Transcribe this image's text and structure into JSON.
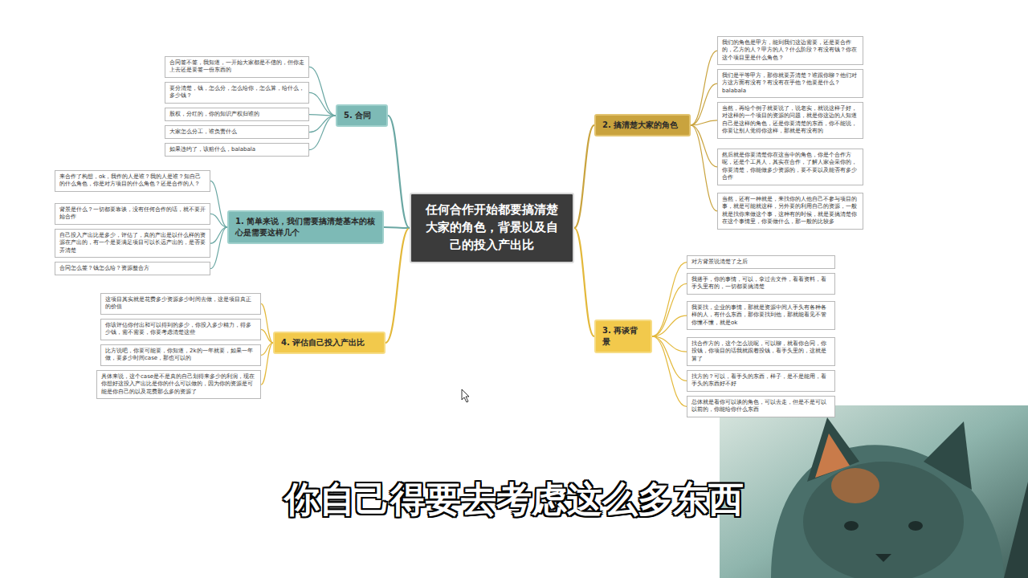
{
  "diagram": {
    "caption": "你自己得要去考虑这么多东西",
    "nodes": [
      {
        "text": [
          "任何合作开始都要搞清楚大家的角色，背景以及自己的投入产出比"
        ]
      },
      {
        "text": [
          "1. 简单来说，我们需要搞清楚基本的核心是需要这样几个"
        ]
      },
      {
        "text": [
          "来合作了构想，ok，我作的人是谁？我的人是谁？知自己的什么角色，你是对方项目的什么角色？还是合作的人？"
        ]
      },
      {
        "text": [
          "背景是什么？一切都要靠谈，没有任何合作的话，就不要开始合作"
        ]
      },
      {
        "text": [
          "自己投入产出比是多少，评估了，真的产出是以什么样的资源在产出的，有一个是要满足项目可以长远产出的，是否要弄清楚"
        ]
      },
      {
        "text": [
          "合同怎么签？钱怎么给？资源整合方"
        ]
      },
      {
        "text": [
          "2. 搞清楚大家的角色"
        ]
      },
      {
        "text": [
          "我们的角色是甲方，能到我们这边需要，还是要合作的，乙方的人？甲方的人？什么阶段？有没有钱？你在这个项目里是什么角色？"
        ]
      },
      {
        "text": [
          "我们是平等甲方，那你就要弄清楚？谁跟你聊？他们对方这方面有没有？有没有在乎他？他要是什么？balabala"
        ]
      },
      {
        "text": [
          "当然，再给个例子就要说了，说老实，就说这样子好，对这样的一个项目的资源的问题，就是你这边的人知道自己是这样的角色，还是你要清楚的东西，你不能说，你要让别人觉得你这样，那就是有没有的"
        ]
      },
      {
        "text": [
          "然后就是你要清楚你在这当中的角色，你是个合作方呢，还是个工具人，其实在合作，了解人家会采你的，你要清楚，你能做多少资源的，要不要以及能否有多少合作"
        ]
      },
      {
        "text": [
          "当然，还有一种就是，来找你的人他自己不参与项目的事，就是可能就这样，另外要的利用自己的资源，一般就是找你来做这个事，这种有的时候，就是要搞清楚你在这个事情里，你要做什么，那一般的比较多"
        ]
      },
      {
        "text": [
          "3. 再谈背景"
        ]
      },
      {
        "text": [
          "对方背景说清楚了之后"
        ]
      },
      {
        "text": [
          "我搭手，你的事情，可以，拿过去文件，看看资料，看手头里有的，一切都要搞清楚"
        ]
      },
      {
        "text": [
          "我要找，企业的事情，那就是资源中间人手头有各种各样的人，有什么东西，那你要找到他，那就能看见不管你懂不懂，就是ok"
        ]
      },
      {
        "text": [
          "找合作方的，这个怎么说呢，可以聊，就看你合同，你投钱，你项目的话我就跟着投钱，看手头里的，这就是算了"
        ]
      },
      {
        "text": [
          "找方的？可以，看手头的东西，样子，是不是能用，看手头的东西好不好"
        ]
      },
      {
        "text": [
          "总体就是看你可以谈的角色，可以去走，但是不是可以以前的，你能给你什么东西"
        ]
      },
      {
        "text": [
          "4. 评估自己投入产出比"
        ]
      },
      {
        "text": [
          "这项目其实就是花费多少资源多少时间去做，这是项目真正的价值"
        ]
      },
      {
        "text": [
          "你该评估你付出和可以得到的多少，你投入多少精力，得多少钱，需不需要，你要考虑清楚这些"
        ]
      },
      {
        "text": [
          "比方说吧，你要可能要，你知道，2k的一年就要，如果一年做，要多少时间case，那也可以的"
        ]
      },
      {
        "text": [
          "具体来说，这个case是不是真的自己划得来多少的利润，现在你想好这投入产出比是你的什么可以做的，因为你的资源是可能是你自己的以及花费那么多的资源了"
        ]
      },
      {
        "text": [
          "5. 合同"
        ]
      },
      {
        "text": [
          "合同签不签，我知道，一开始大家都是不信的，但你走上去还是要签一份东西的"
        ]
      },
      {
        "text": [
          "要分清楚，钱，怎么分，怎么给你，怎么算，给什么，多少钱？"
        ]
      },
      {
        "text": [
          "股权，分红的，你的知识产权归谁的"
        ]
      },
      {
        "text": [
          "大家怎么分工，谁负责什么"
        ]
      },
      {
        "text": [
          "如果违约了，该赔什么，balabala"
        ]
      }
    ],
    "edges": [
      {
        "from": 0,
        "to": 1,
        "arrow": "none"
      },
      {
        "from": 1,
        "to": 2,
        "arrow": "none"
      },
      {
        "from": 1,
        "to": 3,
        "arrow": "none"
      },
      {
        "from": 1,
        "to": 4,
        "arrow": "none"
      },
      {
        "from": 1,
        "to": 5,
        "arrow": "none"
      },
      {
        "from": 0,
        "to": 6,
        "arrow": "none"
      },
      {
        "from": 6,
        "to": 7,
        "arrow": "none"
      },
      {
        "from": 6,
        "to": 8,
        "arrow": "none"
      },
      {
        "from": 6,
        "to": 9,
        "arrow": "none"
      },
      {
        "from": 6,
        "to": 10,
        "arrow": "none"
      },
      {
        "from": 6,
        "to": 11,
        "arrow": "none"
      },
      {
        "from": 0,
        "to": 12,
        "arrow": "none"
      },
      {
        "from": 12,
        "to": 13,
        "arrow": "none"
      },
      {
        "from": 12,
        "to": 14,
        "arrow": "none"
      },
      {
        "from": 12,
        "to": 15,
        "arrow": "none"
      },
      {
        "from": 12,
        "to": 16,
        "arrow": "none"
      },
      {
        "from": 12,
        "to": 17,
        "arrow": "none"
      },
      {
        "from": 12,
        "to": 18,
        "arrow": "none"
      },
      {
        "from": 0,
        "to": 19,
        "arrow": "none"
      },
      {
        "from": 19,
        "to": 20,
        "arrow": "none"
      },
      {
        "from": 19,
        "to": 21,
        "arrow": "none"
      },
      {
        "from": 19,
        "to": 22,
        "arrow": "none"
      },
      {
        "from": 19,
        "to": 23,
        "arrow": "none"
      },
      {
        "from": 0,
        "to": 24,
        "arrow": "none"
      },
      {
        "from": 24,
        "to": 25,
        "arrow": "none"
      },
      {
        "from": 24,
        "to": 26,
        "arrow": "none"
      },
      {
        "from": 24,
        "to": 27,
        "arrow": "none"
      },
      {
        "from": 24,
        "to": 28,
        "arrow": "none"
      },
      {
        "from": 24,
        "to": 29,
        "arrow": "none"
      }
    ]
  }
}
